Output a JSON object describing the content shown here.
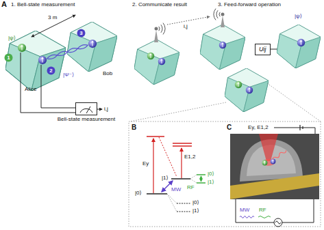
{
  "diagram": {
    "nodes": [
      {
        "text": [
          "1"
        ]
      },
      {
        "text": [
          "2"
        ]
      },
      {
        "text": [
          "3"
        ]
      },
      {
        "text": [
          "Bell-state measurement"
        ]
      },
      {
        "text": [
          "Uij"
        ]
      }
    ],
    "labels": [
      "A",
      "1. Bell-state measurement",
      "2. Communicate result",
      "3. Feed-forward operation",
      "3 m",
      "|ψ⟩",
      "Alice",
      "Bob",
      "|Ψ⁻⟩",
      "i,j",
      "i,j",
      "|ψ⟩",
      "B",
      "Ey",
      "E1,2",
      "|1⟩",
      "|0⟩",
      "MW",
      "RF",
      "|0⟩",
      "|1⟩",
      "|0⟩",
      "|1⟩",
      "C",
      "Ey, E1,2",
      "MW",
      "RF"
    ]
  }
}
